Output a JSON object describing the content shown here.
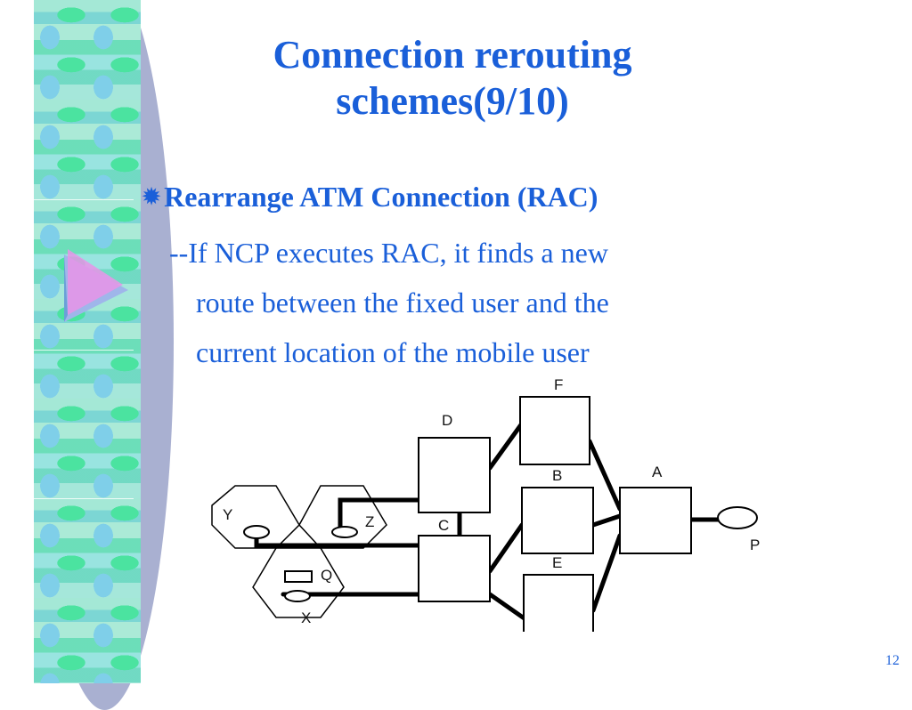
{
  "slide": {
    "title_line1": "Connection rerouting",
    "title_line2": "schemes(9/10)",
    "bullet_mark": "✹",
    "bullet_text": "Rearrange ATM Connection (RAC)",
    "sub_line1": "--If NCP executes RAC, it finds a new",
    "sub_line2": "route between the fixed user and the",
    "sub_line3": "current location of the mobile user",
    "page_number": "12"
  },
  "diagram": {
    "switch_labels": {
      "A": "A",
      "B": "B",
      "C": "C",
      "D": "D",
      "E": "E",
      "F": "F"
    },
    "cell_labels": {
      "Y": "Y",
      "Z": "Z",
      "Q": "Q",
      "X": "X"
    },
    "endpoint_label": "P"
  },
  "colors": {
    "accent": "#1a5fd9",
    "band": "#7fe0c8",
    "band_shadow": "#a9b0d1"
  },
  "icons": {
    "bullet": "eight-pointed-star-icon",
    "nav": "triangle-arrow-icon"
  }
}
